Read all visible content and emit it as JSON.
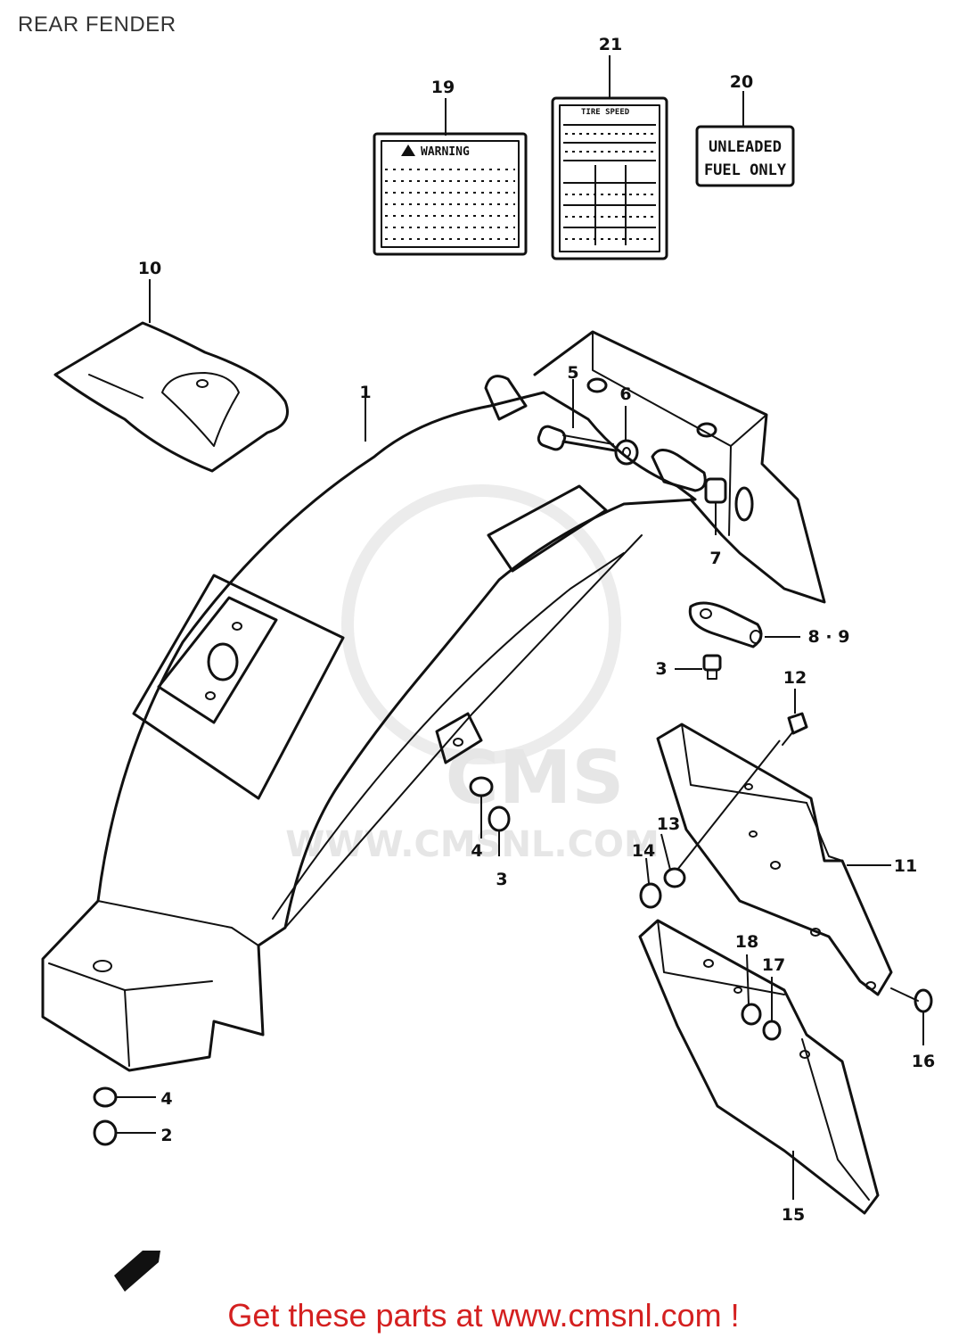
{
  "title": "REAR FENDER",
  "footer": {
    "text": "Get these parts at www.cmsnl.com !",
    "color": "#d42020"
  },
  "watermark": {
    "brand": "CMS",
    "url": "WWW.CMSNL.COM"
  },
  "labels": {
    "warning_label": "WARNING",
    "tire_label": "TIRE SPEED",
    "fuel_label_line1": "UNLEADED",
    "fuel_label_line2": "FUEL ONLY"
  },
  "callouts": {
    "c1": "1",
    "c2": "2",
    "c3a": "3",
    "c3b": "3",
    "c4a": "4",
    "c4b": "4",
    "c5": "5",
    "c6": "6",
    "c7": "7",
    "c8_9": "8 · 9",
    "c10": "10",
    "c11": "11",
    "c12": "12",
    "c13": "13",
    "c14": "14",
    "c15": "15",
    "c16": "16",
    "c17": "17",
    "c18": "18",
    "c19": "19",
    "c20": "20",
    "c21": "21"
  },
  "icons": {
    "front_arrow": "front-direction-arrow-icon"
  }
}
